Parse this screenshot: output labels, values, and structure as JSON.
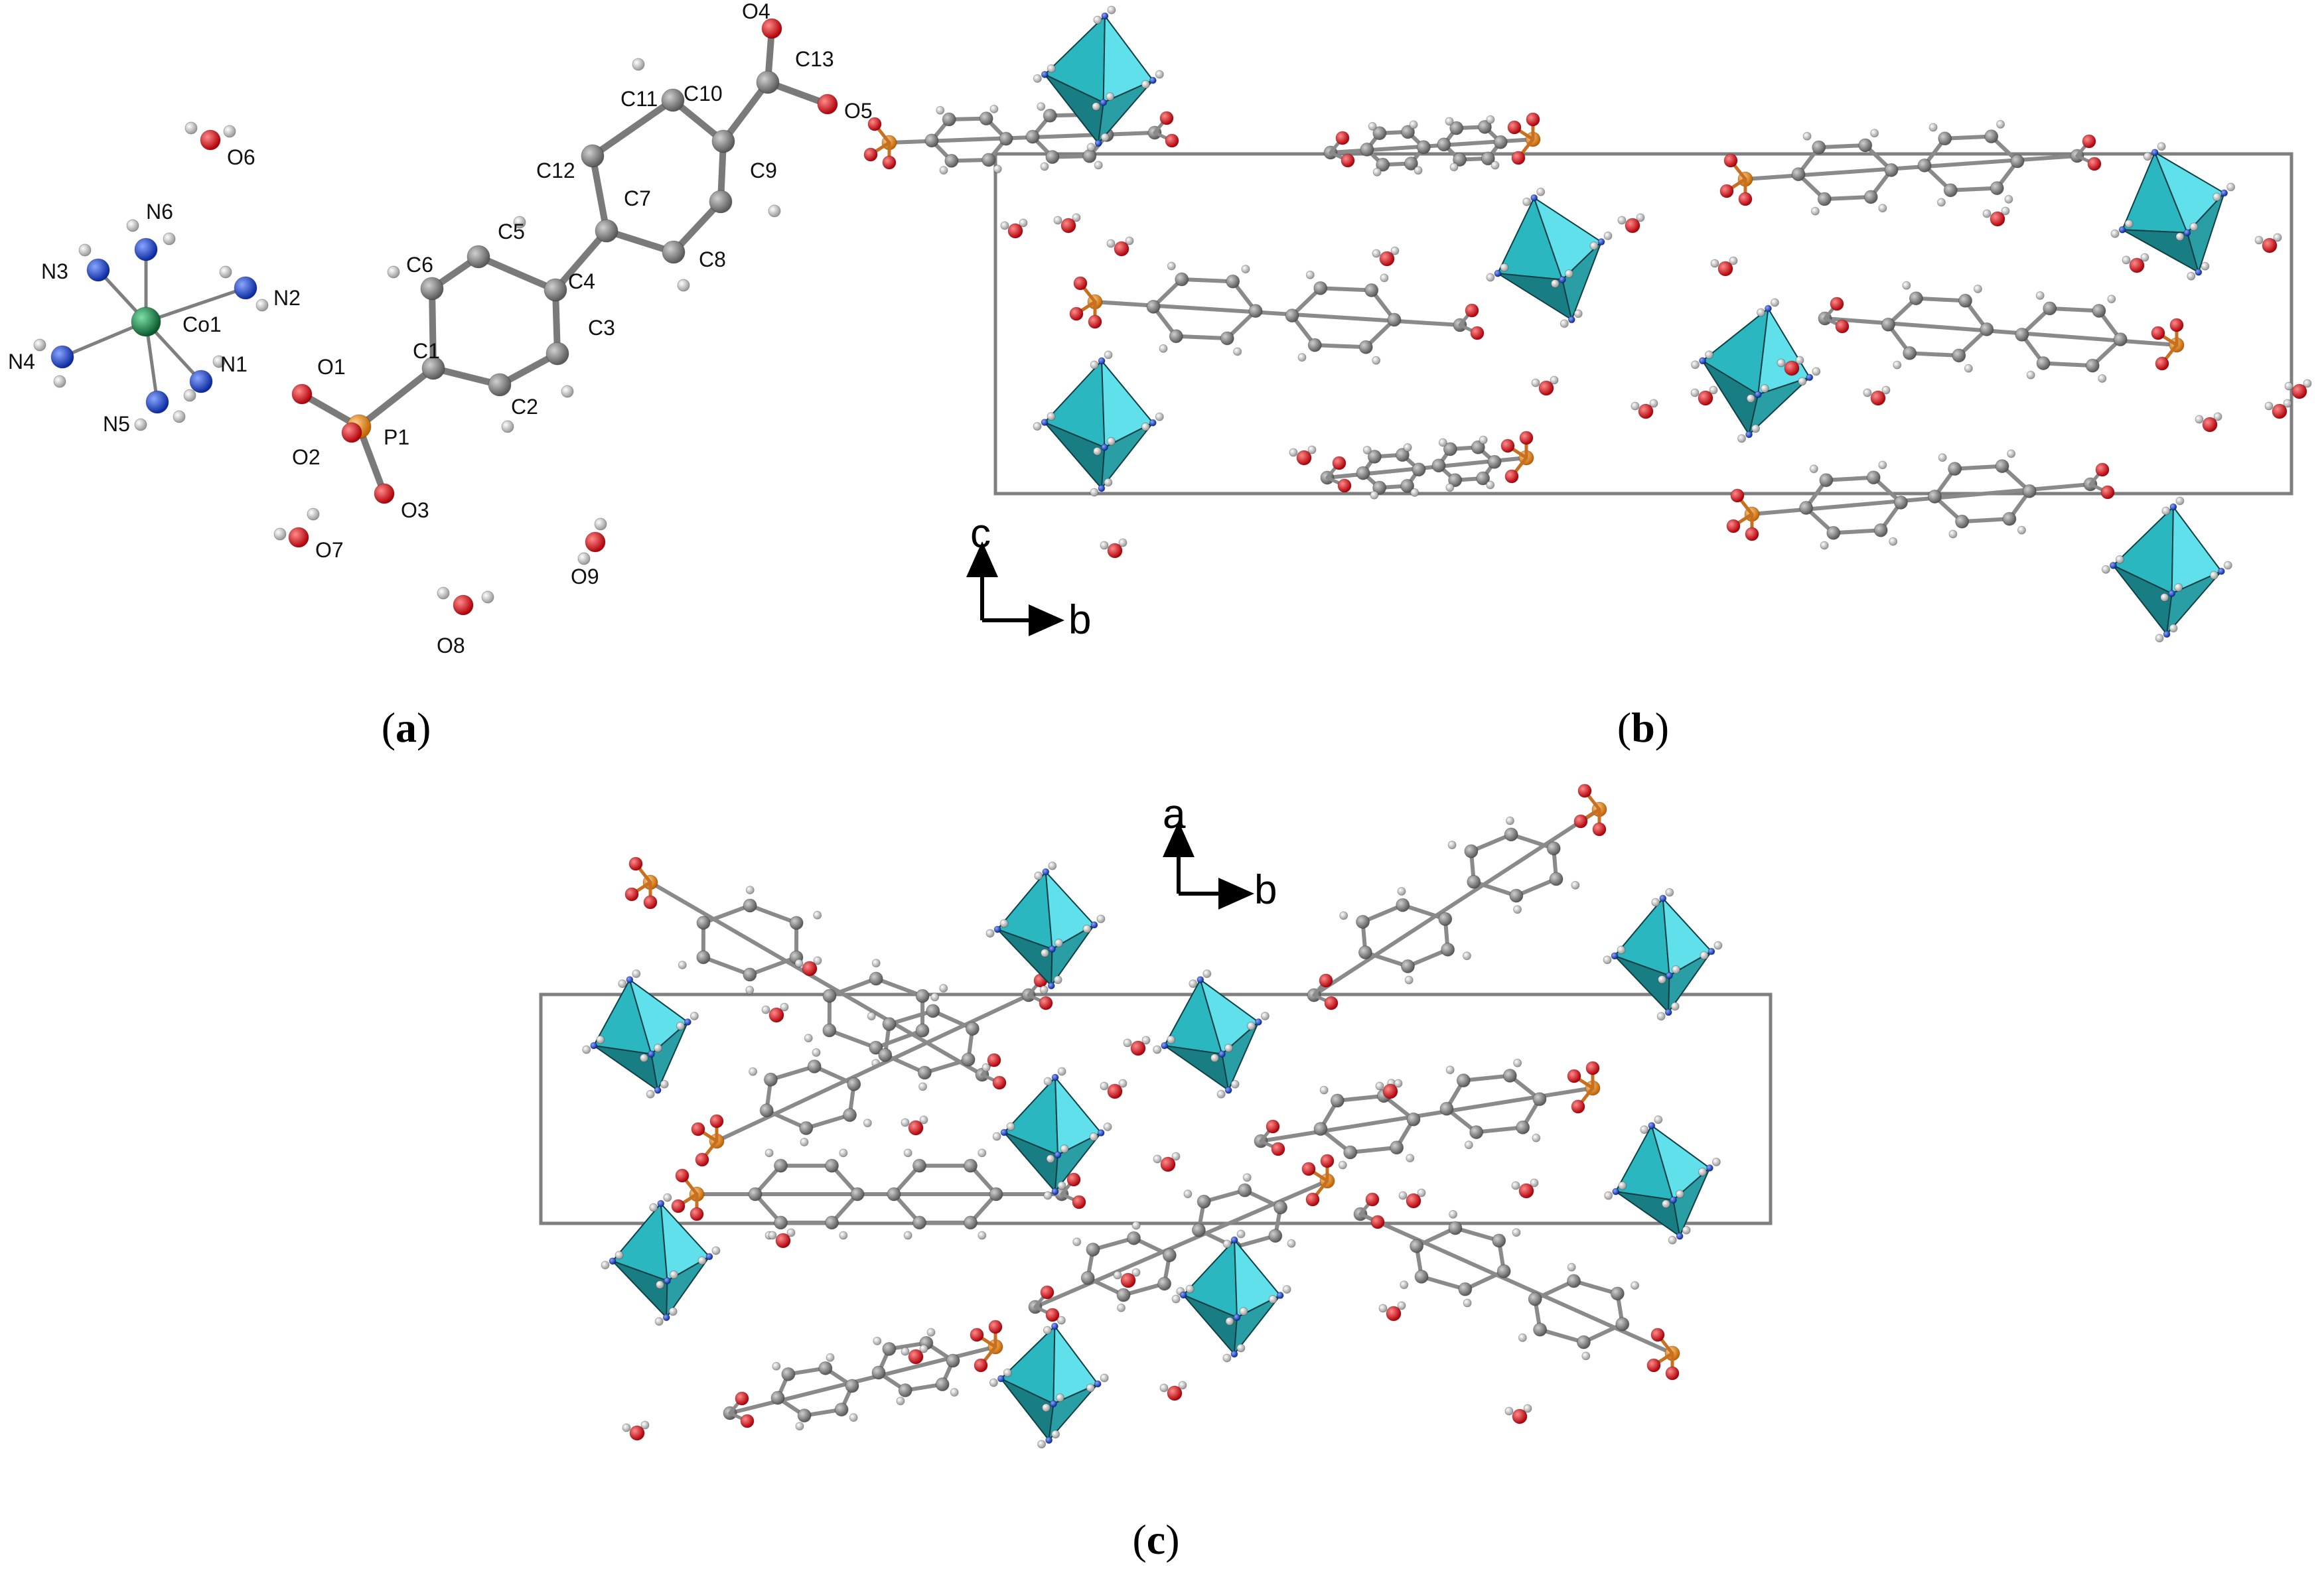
{
  "colors": {
    "carbon": "#8c8c8c",
    "hydrogen": "#e6e6e6",
    "oxygen": "#e8141a",
    "nitrogen": "#1f47d8",
    "phosphorus": "#f08c1a",
    "cobalt": "#1a8a4a",
    "octahedron_light": "#5fe0ea",
    "octahedron_dark": "#1f8f94",
    "cell": "#7f7f7f"
  },
  "panels": {
    "a": {
      "caption_open": "(",
      "caption_letter": "a",
      "caption_close": ")"
    },
    "b": {
      "caption_open": "(",
      "caption_letter": "b",
      "caption_close": ")",
      "axis_up": "c",
      "axis_right": "b"
    },
    "c": {
      "caption_open": "(",
      "caption_letter": "c",
      "caption_close": ")",
      "axis_up": "a",
      "axis_right": "b"
    }
  },
  "atom_labels": {
    "O4": "O4",
    "C13": "C13",
    "C11": "C11",
    "C10": "C10",
    "O5": "O5",
    "O6": "O6",
    "C12": "C12",
    "C7": "C7",
    "C9": "C9",
    "N6": "N6",
    "C5": "C5",
    "N3": "N3",
    "C6": "C6",
    "C8": "C8",
    "N2": "N2",
    "C4": "C4",
    "Co1": "Co1",
    "C3": "C3",
    "N4": "N4",
    "C1": "C1",
    "N1": "N1",
    "O1": "O1",
    "N5": "N5",
    "C2": "C2",
    "P1": "P1",
    "O2": "O2",
    "O3": "O3",
    "O7": "O7",
    "O9": "O9",
    "O8": "O8"
  }
}
